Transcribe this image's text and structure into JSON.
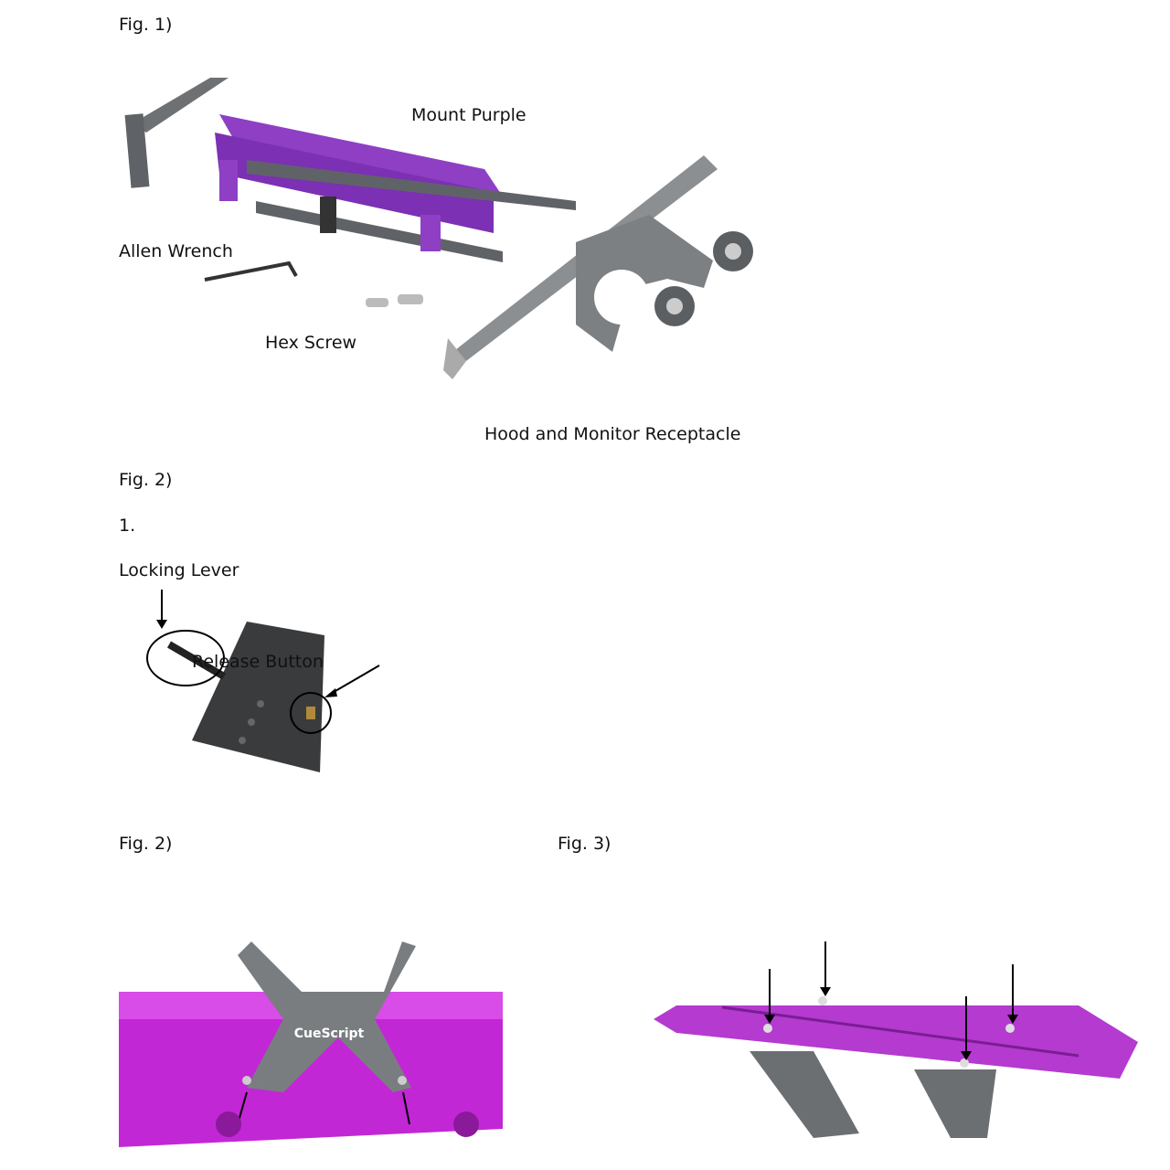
{
  "fig1": {
    "caption": "Fig. 1)",
    "labels": {
      "mount": "Mount Purple",
      "wrench": "Allen Wrench",
      "screw": "Hex Screw",
      "hood": "Hood and Monitor Receptacle"
    }
  },
  "fig2a": {
    "caption": "Fig. 2)",
    "step": "1.",
    "labels": {
      "lever": "Locking Lever",
      "release": "Release Button"
    }
  },
  "fig2b": {
    "caption": "Fig. 2)",
    "logo": "CueScript"
  },
  "fig3": {
    "caption": "Fig. 3)"
  },
  "colors": {
    "purple": "#8e3fc4",
    "magenta": "#c227d6",
    "gray": "#7a7d80"
  }
}
